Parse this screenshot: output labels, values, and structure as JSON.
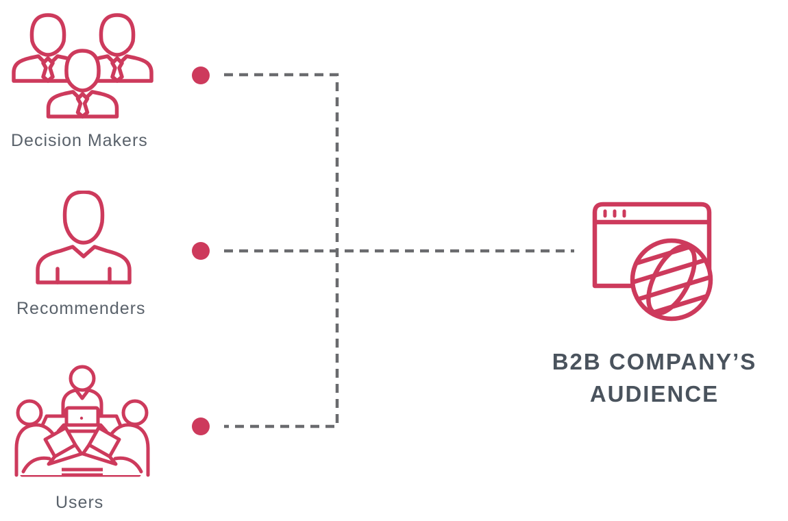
{
  "diagram": {
    "colors": {
      "accent": "#cd3a5c",
      "connector": "#6a6b6e",
      "label": "#5a626b",
      "title": "#4a535d",
      "background": "#ffffff"
    },
    "sources": [
      {
        "id": "decision-makers",
        "label": "Decision Makers",
        "icon": "decision-makers-icon"
      },
      {
        "id": "recommenders",
        "label": "Recommenders",
        "icon": "recommender-icon"
      },
      {
        "id": "users",
        "label": "Users",
        "icon": "users-around-table-icon"
      }
    ],
    "target": {
      "id": "b2b-company-audience",
      "icon": "browser-globe-icon",
      "title_line1": "B2B COMPANY’S",
      "title_line2": "AUDIENCE"
    }
  }
}
